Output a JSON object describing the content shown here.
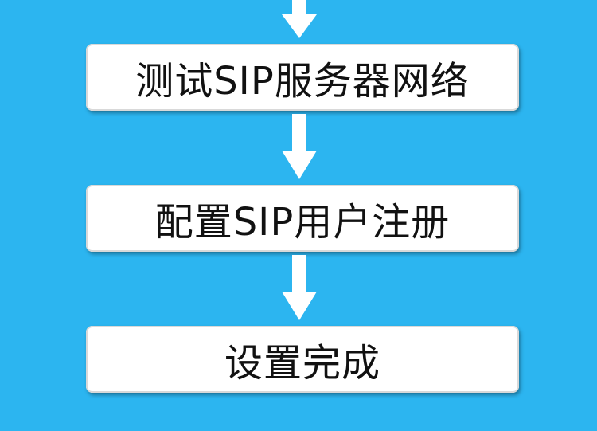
{
  "flowchart": {
    "steps": [
      {
        "label": "测试SIP服务器网络"
      },
      {
        "label": "配置SIP用户注册"
      },
      {
        "label": "设置完成"
      }
    ],
    "colors": {
      "background": "#2CB5F0",
      "box_fill": "#FFFFFF",
      "box_border": "#D9D9D9",
      "arrow": "#FFFFFF",
      "text": "#111111"
    }
  }
}
